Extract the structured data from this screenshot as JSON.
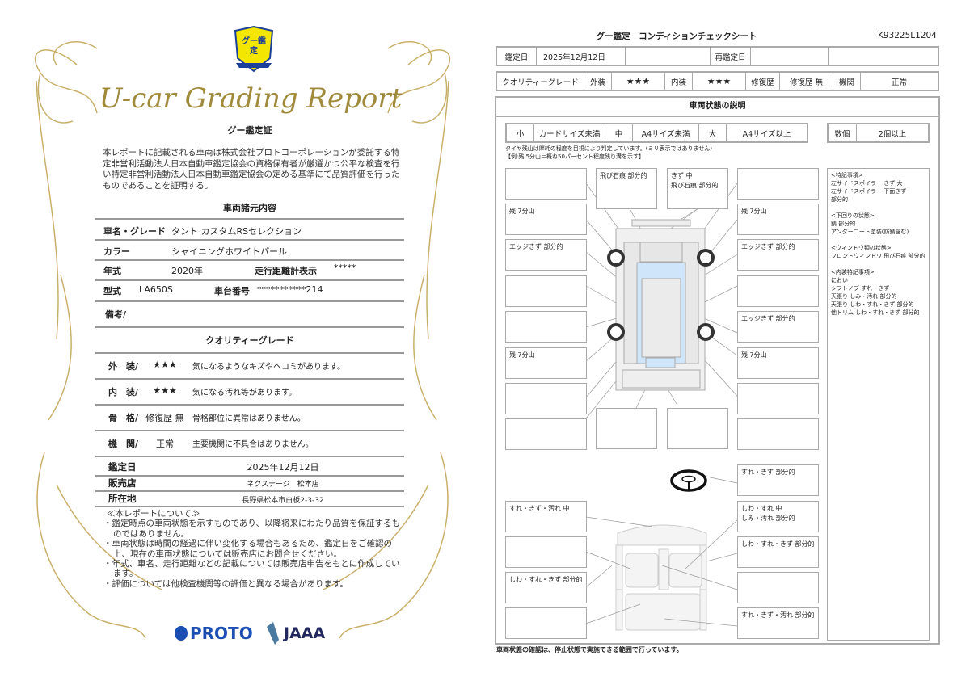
{
  "left": {
    "logo_text": "グー鑑定",
    "title_script": "U-car Grading Report",
    "heading": "グー鑑定証",
    "intro": "本レポートに記載される車両は株式会社プロトコーポレーションが委託する特定非営利活動法人日本自動車鑑定協会の資格保有者が厳選かつ公平な検査を行い特定非営利活動法人日本自動車鑑定協会の定める基準にて品質評価を行ったものであることを証明する。",
    "spec_title": "車両諸元内容",
    "specs": {
      "name_label": "車名・グレード",
      "name_value": "タント カスタムRSセレクション",
      "color_label": "カラー",
      "color_value": "シャイニングホワイトパール",
      "year_label": "年式",
      "year_value": "2020年",
      "odo_label": "走行距離計表示",
      "odo_value": "*****",
      "model_label": "型式",
      "model_value": "LA650S",
      "chassis_label": "車台番号",
      "chassis_value": "***********214",
      "remarks_label": "備考/"
    },
    "quality_title": "クオリティーグレード",
    "quality": [
      {
        "label": "外　装/",
        "grade": "★★★",
        "desc": "気になるようなキズやヘコミがあります。"
      },
      {
        "label": "内　装/",
        "grade": "★★★",
        "desc": "気になる汚れ等があります。"
      },
      {
        "label": "骨　格/",
        "grade": "修復歴 無",
        "desc": "骨格部位に異常はありません。"
      },
      {
        "label": "機　関/",
        "grade": "正常",
        "desc": "主要機関に不具合はありません。"
      }
    ],
    "info": {
      "date_label": "鑑定日",
      "date_value": "2025年12月12日",
      "shop_label": "販売店",
      "shop_value": "ネクステージ　松本店",
      "addr_label": "所在地",
      "addr_value": "長野県松本市白板2-3-32"
    },
    "notes_title": "≪本レポートについて≫",
    "notes": [
      "・鑑定時点の車両状態を示すものであり、以降将来にわたり品質を保証するものではありません。",
      "・車両状態は時間の経過に伴い変化する場合もあるため、鑑定日をご確認の上、現在の車両状態については販売店にお問合せください。",
      "・年式、車名、走行距離などの記載については販売店申告をもとに作成しています。",
      "・評価については他検査機関等の評価と異なる場合があります。"
    ],
    "logos": {
      "proto": "PROTO",
      "jaaa": "JAAA"
    }
  },
  "right": {
    "title": "グー鑑定　コンディションチェックシート",
    "code": "K93225L1204",
    "row1": [
      "鑑定日",
      "2025年12月12日",
      "",
      "再鑑定日",
      "",
      ""
    ],
    "row2": [
      "クオリティーグレード",
      "外装",
      "★★★",
      "内装",
      "★★★",
      "修復歴",
      "修復歴 無",
      "機関",
      "正常"
    ],
    "section_title": "車両状態の説明",
    "legend": [
      "小",
      "カードサイズ未満",
      "中",
      "A4サイズ未満",
      "大",
      "A4サイズ以上"
    ],
    "legend_count": [
      "数個",
      "2個以上"
    ],
    "tire_note1": "タイヤ残山は摩耗の程度を目視により判定しています。(ミリ表示ではありません)",
    "tire_note2": "【例:残 5分山＝概ね50パーセント程度残り溝を示す】",
    "exterior_boxes": {
      "left": [
        "",
        "残 7分山",
        "エッジきず 部分的",
        "",
        "",
        "残 7分山",
        "",
        ""
      ],
      "right": [
        "",
        "残 7分山",
        "エッジきず 部分的",
        "",
        "エッジきず 部分的",
        "残 7分山",
        "",
        ""
      ],
      "top": [
        "飛び石痕 部分的",
        "きず 中\n飛び石痕 部分的"
      ],
      "bottom": [
        "",
        ""
      ]
    },
    "interior_boxes": {
      "left": [
        "すれ・きず・汚れ 中",
        "",
        "しわ・すれ・きず 部分的",
        ""
      ],
      "right": [
        "すれ・きず 部分的",
        "しわ・すれ 中\nしみ・汚れ 部分的",
        "しわ・すれ・きず 部分的",
        "",
        "すれ・きず・汚れ 部分的"
      ]
    },
    "remarks": [
      "<特記事項>",
      "左サイドスポイラー きず 大",
      "左サイドスポイラー 下面きず",
      "部分的",
      "",
      "<下回りの状態>",
      "錆 部分的",
      "アンダーコート塗装(防錆含む)",
      "",
      "<ウィンドウ類の状態>",
      "フロントウィンドウ 飛び石痕 部分的",
      "",
      "<内装特記事項>",
      "におい",
      "シフトノブ すれ・きず",
      "天張り しみ・汚れ 部分的",
      "天張り しわ・すれ・きず 部分的",
      "他トリム しわ・すれ・きず 部分的"
    ],
    "footer": "車両状態の確認は、停止状態で実施できる範囲で行っています。"
  },
  "colors": {
    "gold": "#b59a4a",
    "badge_yellow": "#f3e600",
    "badge_blue": "#1c3f9a",
    "glass_blue": "#cfe6fa"
  }
}
